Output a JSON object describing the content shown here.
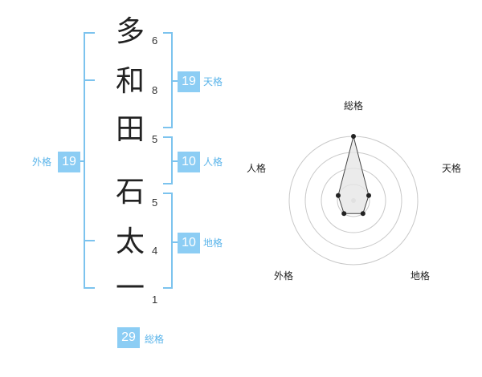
{
  "name": {
    "surname": [
      {
        "char": "多",
        "strokes": "6"
      },
      {
        "char": "和",
        "strokes": "8"
      },
      {
        "char": "田",
        "strokes": "5"
      }
    ],
    "given": [
      {
        "char": "石",
        "strokes": "5"
      },
      {
        "char": "太",
        "strokes": "4"
      },
      {
        "char": "一",
        "strokes": "1"
      }
    ]
  },
  "fortune": {
    "tenkaku": {
      "value": "19",
      "label": "天格"
    },
    "jinkaku": {
      "value": "10",
      "label": "人格"
    },
    "chikaku": {
      "value": "10",
      "label": "地格"
    },
    "gaikaku": {
      "value": "19",
      "label": "外格"
    },
    "soukaku": {
      "value": "29",
      "label": "総格"
    }
  },
  "chart_data": {
    "type": "radar",
    "axes": [
      "総格",
      "天格",
      "地格",
      "外格",
      "人格"
    ],
    "values": [
      4,
      1,
      1,
      1,
      1
    ],
    "rings": 4,
    "colors": {
      "ring": "#c8c8c8",
      "fill": "#e6e6e6",
      "line": "#444444",
      "point": "#222222"
    }
  }
}
